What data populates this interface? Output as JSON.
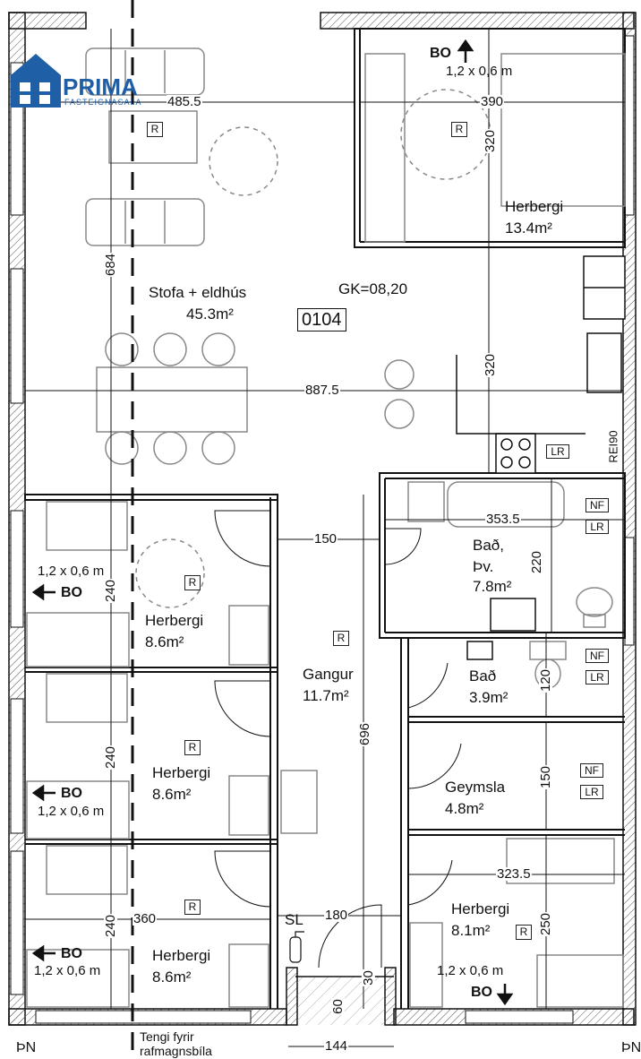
{
  "logo": {
    "name": "PRIMA",
    "sub": "FASTEIGNASALA"
  },
  "unit_id": "0104",
  "gk": "GK=08,20",
  "rooms": {
    "stofa": {
      "name": "Stofa + eldhús",
      "area": "45.3m²"
    },
    "herbergi_top": {
      "name": "Herbergi",
      "area": "13.4m²"
    },
    "herbergi_1": {
      "name": "Herbergi",
      "area": "8.6m²"
    },
    "herbergi_2": {
      "name": "Herbergi",
      "area": "8.6m²"
    },
    "herbergi_3": {
      "name": "Herbergi",
      "area": "8.6m²"
    },
    "gangur": {
      "name": "Gangur",
      "area": "11.7m²"
    },
    "bad_thv": {
      "name1": "Bað,",
      "name2": "Þv.",
      "area": "7.8m²"
    },
    "bad": {
      "name": "Bað",
      "area": "3.9m²"
    },
    "geymsla": {
      "name": "Geymsla",
      "area": "4.8m²"
    },
    "herbergi_4": {
      "name": "Herbergi",
      "area": "8.1m²"
    }
  },
  "dimensions": {
    "d485": "485.5",
    "d390": "390",
    "d320a": "320",
    "d684": "684",
    "d8875": "887.5",
    "d320b": "320",
    "d150a": "150",
    "d3535": "353.5",
    "d220": "220",
    "d240a": "240",
    "d240b": "240",
    "d240c": "240",
    "d696": "696",
    "d120": "120",
    "d150b": "150",
    "d3235": "323.5",
    "d250": "250",
    "d360": "360",
    "d180": "180",
    "d30": "30",
    "d60": "60",
    "d144": "144",
    "rei": "REI90"
  },
  "labels": {
    "bo": "BO",
    "window": "1,2 x 0,6 m",
    "r": "R",
    "lr": "LR",
    "nf": "NF",
    "sl": "SL",
    "pn": "ÞN",
    "ev1": "Tengi fyrir",
    "ev2": "rafmagnsbíla"
  },
  "colors": {
    "wall": "#111111",
    "furniture": "#888888",
    "logo": "#1f5fa6"
  }
}
